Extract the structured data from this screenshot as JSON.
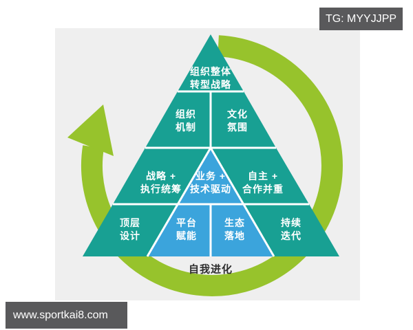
{
  "colors": {
    "bg": "#ffffff",
    "panel": "#efefef",
    "teal": "#18a093",
    "blue": "#3ba4dc",
    "green": "#97c32c",
    "divider": "#ffffff",
    "badge_bg": "#59595b",
    "badge_text": "#ffffff",
    "segment_text": "#ffffff",
    "base_text": "#2d2d2d"
  },
  "badges": {
    "telegram": "TG: MYYJJPP",
    "watermark": "www.sportkai8.com"
  },
  "pyramid": {
    "tier1": {
      "label": "组织整体\n转型战略"
    },
    "tier2": [
      {
        "label": "组织\n机制"
      },
      {
        "label": "文化\n氛围"
      }
    ],
    "tier3": [
      {
        "label": "战略 +\n执行统筹"
      },
      {
        "label": "业务 +\n技术驱动"
      },
      {
        "label": "自主 +\n合作并重"
      }
    ],
    "tier4": [
      {
        "label": "顶层\n设计"
      },
      {
        "label": "平台\n赋能"
      },
      {
        "label": "生态\n落地"
      },
      {
        "label": "持续\n迭代"
      }
    ]
  },
  "cycle": {
    "label": "自我进化"
  }
}
